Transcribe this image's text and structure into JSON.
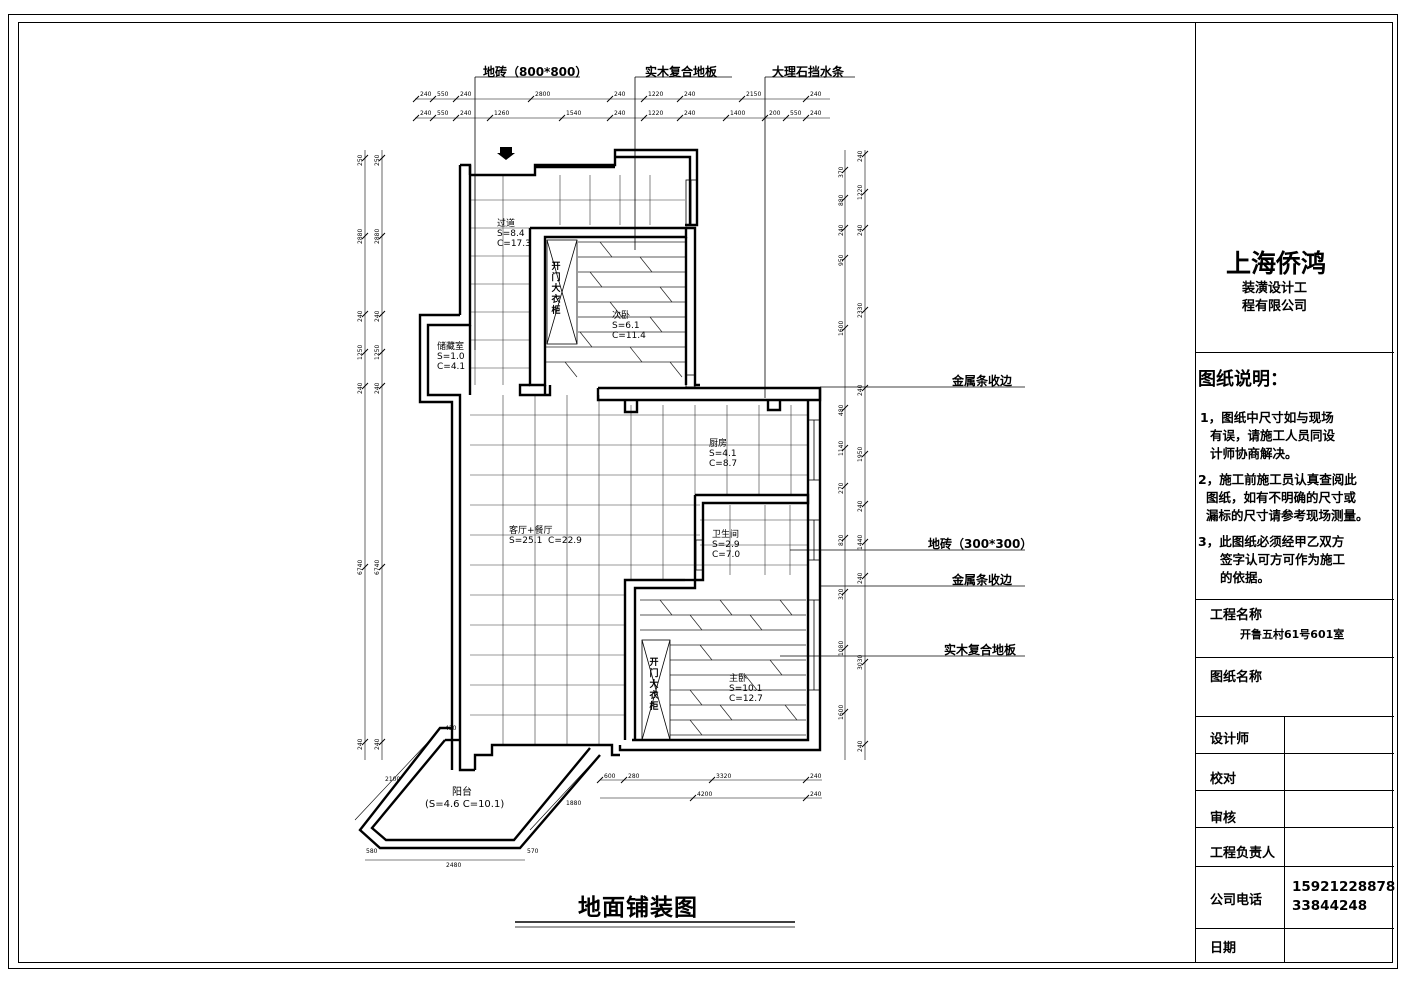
{
  "drawing": {
    "title": "地面铺装图",
    "callouts": {
      "floor_tile_800": "地砖（800*800）",
      "wood_floor_top": "实木复合地板",
      "marble_strip": "大理石挡水条",
      "metal_strip_1": "金属条收边",
      "floor_tile_300": "地砖（300*300）",
      "metal_strip_2": "金属条收边",
      "wood_floor_right": "实木复合地板"
    },
    "rooms": {
      "corridor": {
        "name": "过道",
        "area": "S=8.4",
        "perimeter": "C=17.3"
      },
      "second_bedroom": {
        "name": "次卧",
        "area": "S=6.1",
        "perimeter": "C=11.4"
      },
      "storage": {
        "name": "储藏室",
        "area": "S=1.0",
        "perimeter": "C=4.1"
      },
      "kitchen": {
        "name": "厨房",
        "area": "S=4.1",
        "perimeter": "C=8.7"
      },
      "living": {
        "name": "客厅+餐厅",
        "area": "S=25.1",
        "perimeter": "C=22.9"
      },
      "bathroom": {
        "name": "卫生间",
        "area": "S=2.9",
        "perimeter": "C=7.0"
      },
      "master_bedroom": {
        "name": "主卧",
        "area": "S=10.1",
        "perimeter": "C=12.7"
      },
      "balcony": {
        "name": "阳台",
        "area_line": "(S=4.6 C=10.1)"
      }
    },
    "wardrobe_1": "开门大衣柜",
    "wardrobe_2": "开门大衣柜",
    "dims_top_row1": [
      "240",
      "550",
      "240",
      "2800",
      "240",
      "1220",
      "240",
      "2150",
      "240"
    ],
    "dims_top_row2": [
      "240",
      "550",
      "240",
      "1260",
      "1540",
      "240",
      "1220",
      "240",
      "1400",
      "200",
      "550",
      "240"
    ],
    "dims_left_outer": [
      "250",
      "2880",
      "240",
      "1250",
      "240",
      "6740",
      "240"
    ],
    "dims_left_inner": [
      "250",
      "2880",
      "240",
      "1250",
      "240",
      "6740",
      "240"
    ],
    "dims_right_outer": [
      "240",
      "1220",
      "240",
      "2330",
      "240",
      "1950",
      "240",
      "1440",
      "240",
      "3030",
      "240"
    ],
    "dims_right_inner": [
      "370",
      "880",
      "240",
      "950",
      "1600",
      "480",
      "1140",
      "270",
      "820",
      "320",
      "1080",
      "1600"
    ],
    "dims_bottom_row1": [
      "600",
      "280",
      "3320",
      "240"
    ],
    "dims_bottom_row2": [
      "4200",
      "240"
    ],
    "dims_balcony": [
      "2100",
      "1880",
      "430",
      "580",
      "2480",
      "570"
    ]
  },
  "title_block": {
    "logo_chars": [
      "侨",
      "鸿",
      "装",
      "潢"
    ],
    "company_line1": "上海侨鸿",
    "company_line2": "装潢设计工",
    "company_line3": "程有限公司",
    "notes_header": "图纸说明：",
    "notes": [
      "1，图纸中尺寸如与现场",
      "有误，请施工人员同设",
      "计师协商解决。",
      "2，施工前施工员认真查阅此",
      "图纸，如有不明确的尺寸或",
      "漏标的尺寸请参考现场测量。",
      "3，此图纸必须经甲乙双方",
      "签字认可方可作为施工",
      "的依据。"
    ],
    "project_label": "工程名称",
    "project_value": "开鲁五村61号601室",
    "drawing_name_label": "图纸名称",
    "designer_label": "设计师",
    "proofread_label": "校对",
    "review_label": "审核",
    "manager_label": "工程负责人",
    "phone_label": "公司电话",
    "phone_values": [
      "15921228878",
      "33844248"
    ],
    "date_label": "日期"
  }
}
